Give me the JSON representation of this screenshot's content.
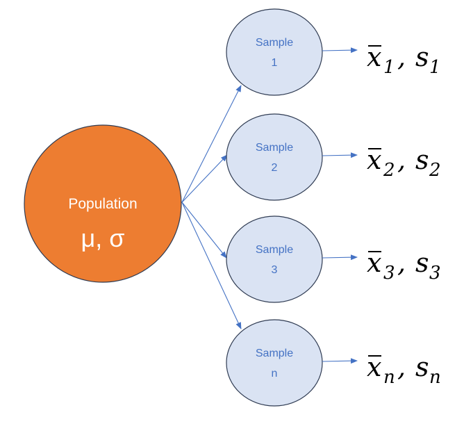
{
  "population": {
    "label": "Population",
    "params": "μ, σ",
    "fill_color": "#ed7d31"
  },
  "colors": {
    "sample_fill": "#dae3f3",
    "sample_stroke": "#2f3b52",
    "sample_text": "#4472c4",
    "arrow": "#4472c4"
  },
  "samples": [
    {
      "line1": "Sample",
      "line2": "1",
      "xbar": "x",
      "mean_sub": "1",
      "comma": ",",
      "s": "s",
      "sd_sub": "1"
    },
    {
      "line1": "Sample",
      "line2": "2",
      "xbar": "x",
      "mean_sub": "2",
      "comma": ",",
      "s": "s",
      "sd_sub": "2"
    },
    {
      "line1": "Sample",
      "line2": "3",
      "xbar": "x",
      "mean_sub": "3",
      "comma": ",",
      "s": "s",
      "sd_sub": "3"
    },
    {
      "line1": "Sample",
      "line2": "n",
      "xbar": "x",
      "mean_sub": "n",
      "comma": ",",
      "s": "s",
      "sd_sub": "n"
    }
  ]
}
